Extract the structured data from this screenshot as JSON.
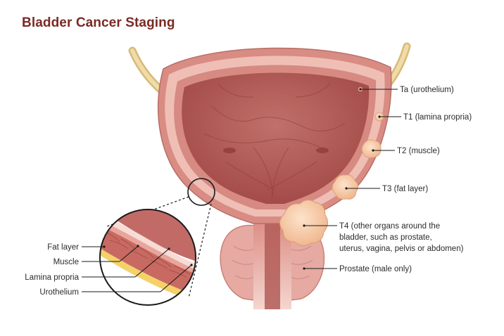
{
  "title": "Bladder Cancer Staging",
  "stages": {
    "ta": "Ta (urothelium)",
    "t1": "T1 (lamina propria)",
    "t2": "T2 (muscle)",
    "t3": "T3 (fat layer)",
    "t4_line1": "T4 (other organs around the",
    "t4_line2": "bladder, such as prostate,",
    "t4_line3": "uterus, vagina, pelvis or abdomen)",
    "prostate": "Prostate (male only)"
  },
  "layers": {
    "fat": "Fat layer",
    "muscle": "Muscle",
    "lamina": "Lamina propria",
    "urothelium": "Urothelium"
  },
  "colors": {
    "title": "#7a2a24",
    "bladder_outer": "#d98c83",
    "bladder_wall": "#e9b0a6",
    "bladder_lumen": "#b45a55",
    "tumor": "#f6c9a6",
    "ureter": "#e6cf95"
  }
}
